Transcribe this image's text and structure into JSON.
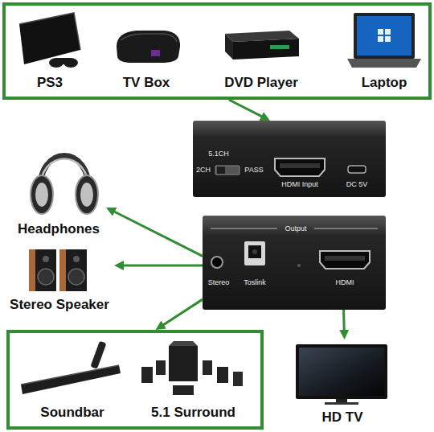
{
  "diagram": {
    "nodes": [
      {
        "text": []
      },
      {
        "text": [
          "PS3"
        ],
        "in": 0
      },
      {
        "text": [
          "TV Box"
        ],
        "in": 0
      },
      {
        "text": [
          "DVD Player"
        ],
        "in": 0
      },
      {
        "text": [
          "Laptop"
        ],
        "in": 0
      },
      {
        "text": [
          "5.1CH",
          "2CH",
          "PASS",
          "HDMI Input",
          "DC 5V"
        ]
      },
      {
        "text": [
          "Headphones"
        ]
      },
      {
        "text": [
          "Output",
          "Stereo",
          "Toslink",
          "HDMI"
        ]
      },
      {
        "text": [
          "Stereo Speaker"
        ]
      },
      {
        "text": []
      },
      {
        "text": [
          "Soundbar"
        ],
        "in": 9
      },
      {
        "text": [
          "5.1 Surround"
        ],
        "in": 9
      },
      {
        "text": [
          "HD TV"
        ]
      }
    ],
    "edges": [
      {
        "from": 0,
        "to": 5,
        "arrow": "to"
      },
      {
        "from": 7,
        "to": 6,
        "arrow": "to"
      },
      {
        "from": 7,
        "to": 8,
        "arrow": "to"
      },
      {
        "from": 7,
        "to": 9,
        "arrow": "to"
      },
      {
        "from": 7,
        "to": 12,
        "arrow": "to"
      }
    ]
  }
}
